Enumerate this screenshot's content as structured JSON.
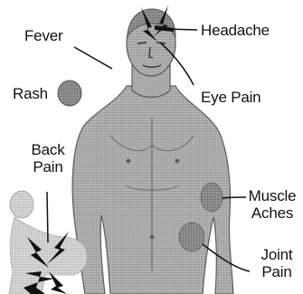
{
  "labels": {
    "fever": "Fever",
    "headache": "Headache",
    "rash": "Rash",
    "eye_pain": "Eye Pain",
    "back_pain_line1": "Back",
    "back_pain_line2": "Pain",
    "muscle_aches_line1": "Muscle",
    "muscle_aches_line2": "Aches",
    "joint_pain_line1": "Joint",
    "joint_pain_line2": "Pain"
  },
  "colors": {
    "body_fill": "#a8a8a8",
    "body_stroke": "#555555",
    "spot_fill": "#8c8c8c",
    "leader": "#111111",
    "bolt": "#111111"
  },
  "icons": {
    "headache_bolt": "lightning-bolt-icon",
    "back_pain_bolts": "lightning-bolt-icon"
  }
}
